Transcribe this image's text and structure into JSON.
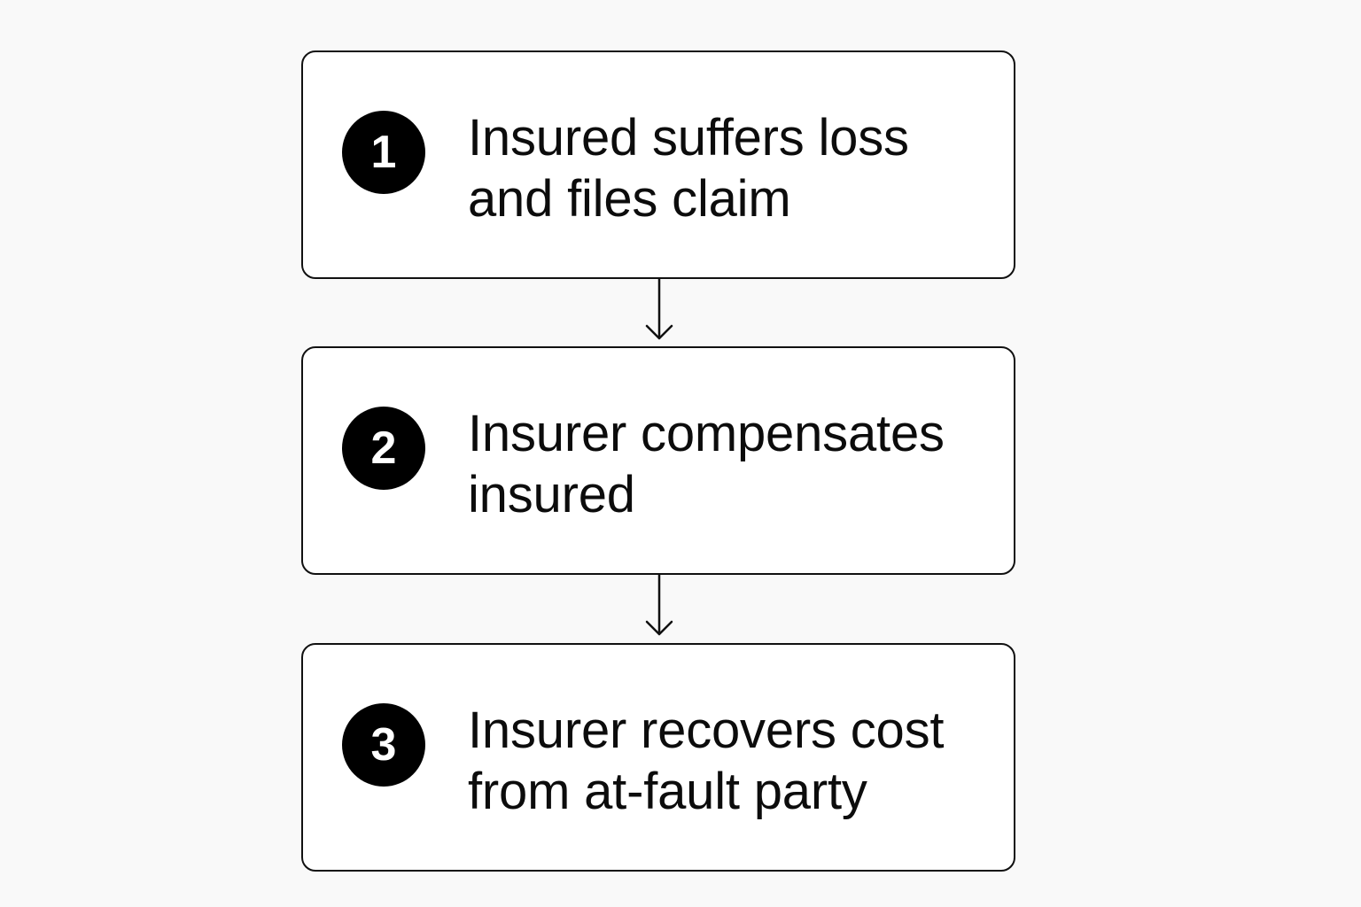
{
  "steps": [
    {
      "number": "1",
      "text": "Insured suffers loss\nand files claim"
    },
    {
      "number": "2",
      "text": "Insurer compensates\ninsured"
    },
    {
      "number": "3",
      "text": "Insurer recovers cost\nfrom at-fault party"
    }
  ],
  "connectors": [
    {
      "from": "1",
      "to": "2",
      "icon": "arrow-down-icon"
    },
    {
      "from": "2",
      "to": "3",
      "icon": "arrow-down-icon"
    }
  ],
  "colors": {
    "background": "#f9f9f9",
    "box_border": "#111111",
    "box_fill": "#ffffff",
    "badge_fill": "#000000",
    "badge_text": "#ffffff",
    "text": "#0c0c0c"
  }
}
